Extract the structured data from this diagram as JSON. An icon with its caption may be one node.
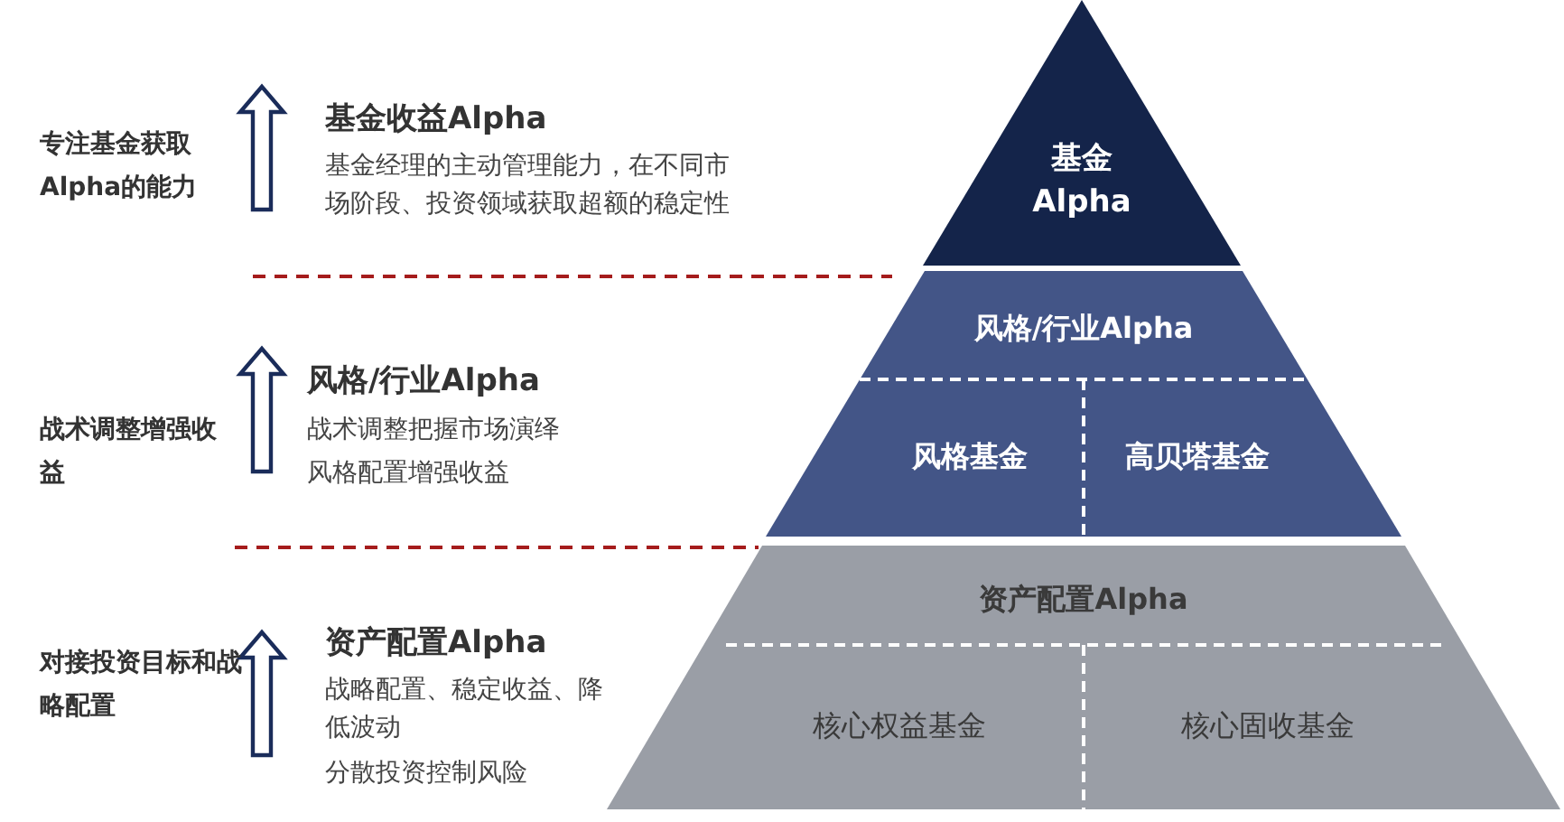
{
  "diagram": {
    "nodes": [
      {
        "text": [
          "基金Alpha"
        ]
      },
      {
        "text": [
          "风格/行业Alpha"
        ]
      },
      {
        "text": [
          "风格基金"
        ],
        "in": 1
      },
      {
        "text": [
          "高贝塔基金"
        ],
        "in": 1
      },
      {
        "text": [
          "资产配置Alpha"
        ]
      },
      {
        "text": [
          "核心权益基金"
        ],
        "in": 4
      },
      {
        "text": [
          "核心固收基金"
        ],
        "in": 4
      }
    ],
    "labels": [
      "专注基金获取Alpha的能力",
      "基金收益Alpha",
      "基金经理的主动管理能力，在不同市场阶段、投资领域获取超额的稳定性",
      "战术调整增强收益",
      "风格/行业Alpha",
      "战术调整把握市场演绎",
      "风格配置增强收益",
      "对接投资目标和战略配置",
      "资产配置Alpha",
      "战略配置、稳定收益、降低波动",
      "分散投资控制风险"
    ]
  }
}
